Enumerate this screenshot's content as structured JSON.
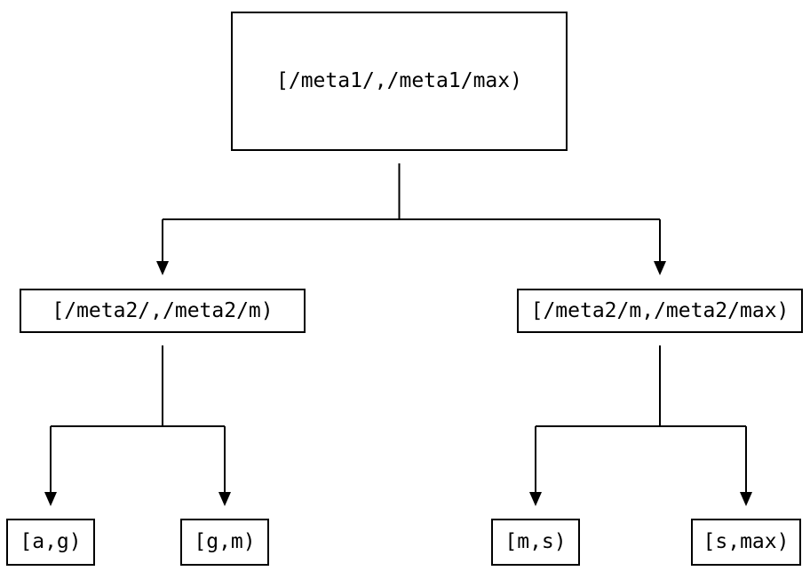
{
  "diagram": {
    "background_color": "#ffffff",
    "line_color": "#000000",
    "text_color": "#000000",
    "nodes": {
      "root": {
        "label": "[/meta1/,/meta1/max)"
      },
      "level2_left": {
        "label": "[/meta2/,/meta2/m)"
      },
      "level2_right": {
        "label": "[/meta2/m,/meta2/max)"
      },
      "leaf_a_g": {
        "label": "[a,g)"
      },
      "leaf_g_m": {
        "label": "[g,m)"
      },
      "leaf_m_s": {
        "label": "[m,s)"
      },
      "leaf_s_max": {
        "label": "[s,max)"
      }
    },
    "edges": [
      {
        "from": "root",
        "to": "level2_left"
      },
      {
        "from": "root",
        "to": "level2_right"
      },
      {
        "from": "level2_left",
        "to": "leaf_a_g"
      },
      {
        "from": "level2_left",
        "to": "leaf_g_m"
      },
      {
        "from": "level2_right",
        "to": "leaf_m_s"
      },
      {
        "from": "level2_right",
        "to": "leaf_s_max"
      }
    ]
  }
}
